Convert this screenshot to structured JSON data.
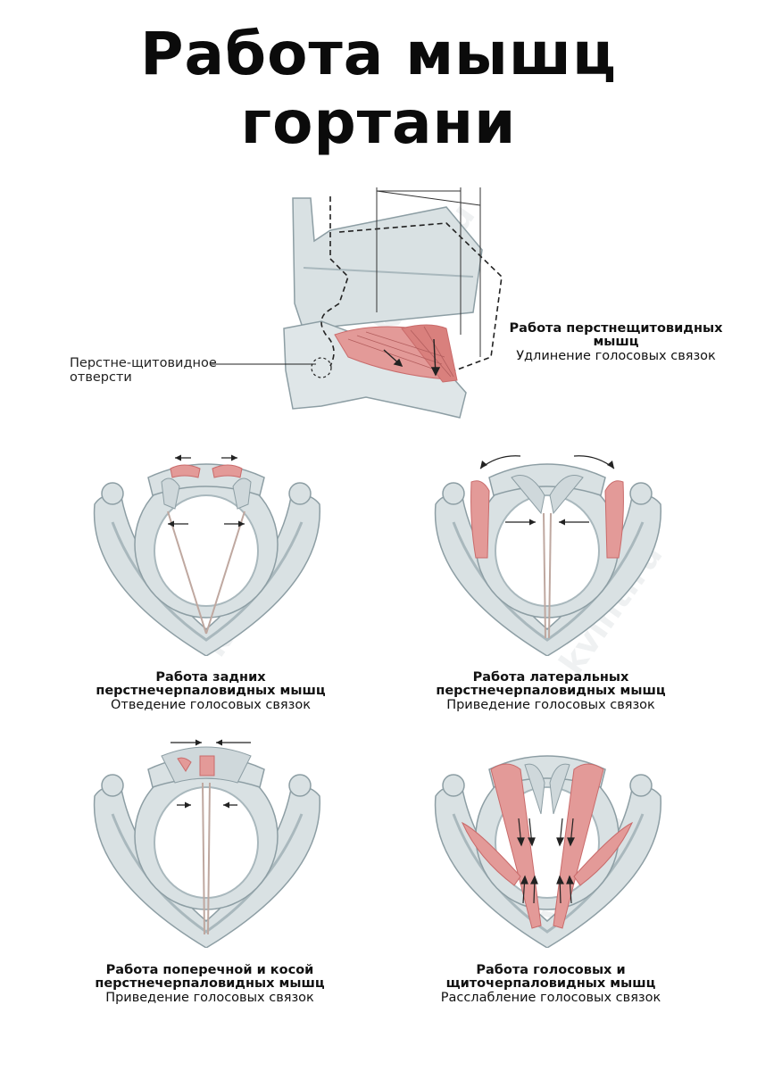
{
  "title": "Работа мышц гортани",
  "watermark": "kvint.ru",
  "colors": {
    "bone": "#d9e1e3",
    "bone_shadow": "#a9b8bd",
    "bone_outline": "#8d9ea4",
    "muscle": "#e39a98",
    "muscle_dark": "#c96b6b"
  },
  "top_figure": {
    "side_label": [
      "Перстне-щитовидное",
      "отверсти"
    ],
    "caption_bold": [
      "Работа перстнещитовидных",
      "мышц"
    ],
    "caption_normal": "Удлинение голосовых связок"
  },
  "panels": [
    {
      "caption_bold": [
        "Работа задних",
        "перстнечерпаловидных мышц"
      ],
      "caption_normal": "Отведение голосовых связок"
    },
    {
      "caption_bold": [
        "Работа латеральных",
        "перстнечерпаловидных мышц"
      ],
      "caption_normal": "Приведение голосовых связок"
    },
    {
      "caption_bold": [
        "Работа поперечной и косой",
        "перстнечерпаловидных мышц"
      ],
      "caption_normal": "Приведение голосовых связок"
    },
    {
      "caption_bold": [
        "Работа голосовых и",
        "щиточерпаловидных мышц"
      ],
      "caption_normal": "Расслабление голосовых связок"
    }
  ]
}
